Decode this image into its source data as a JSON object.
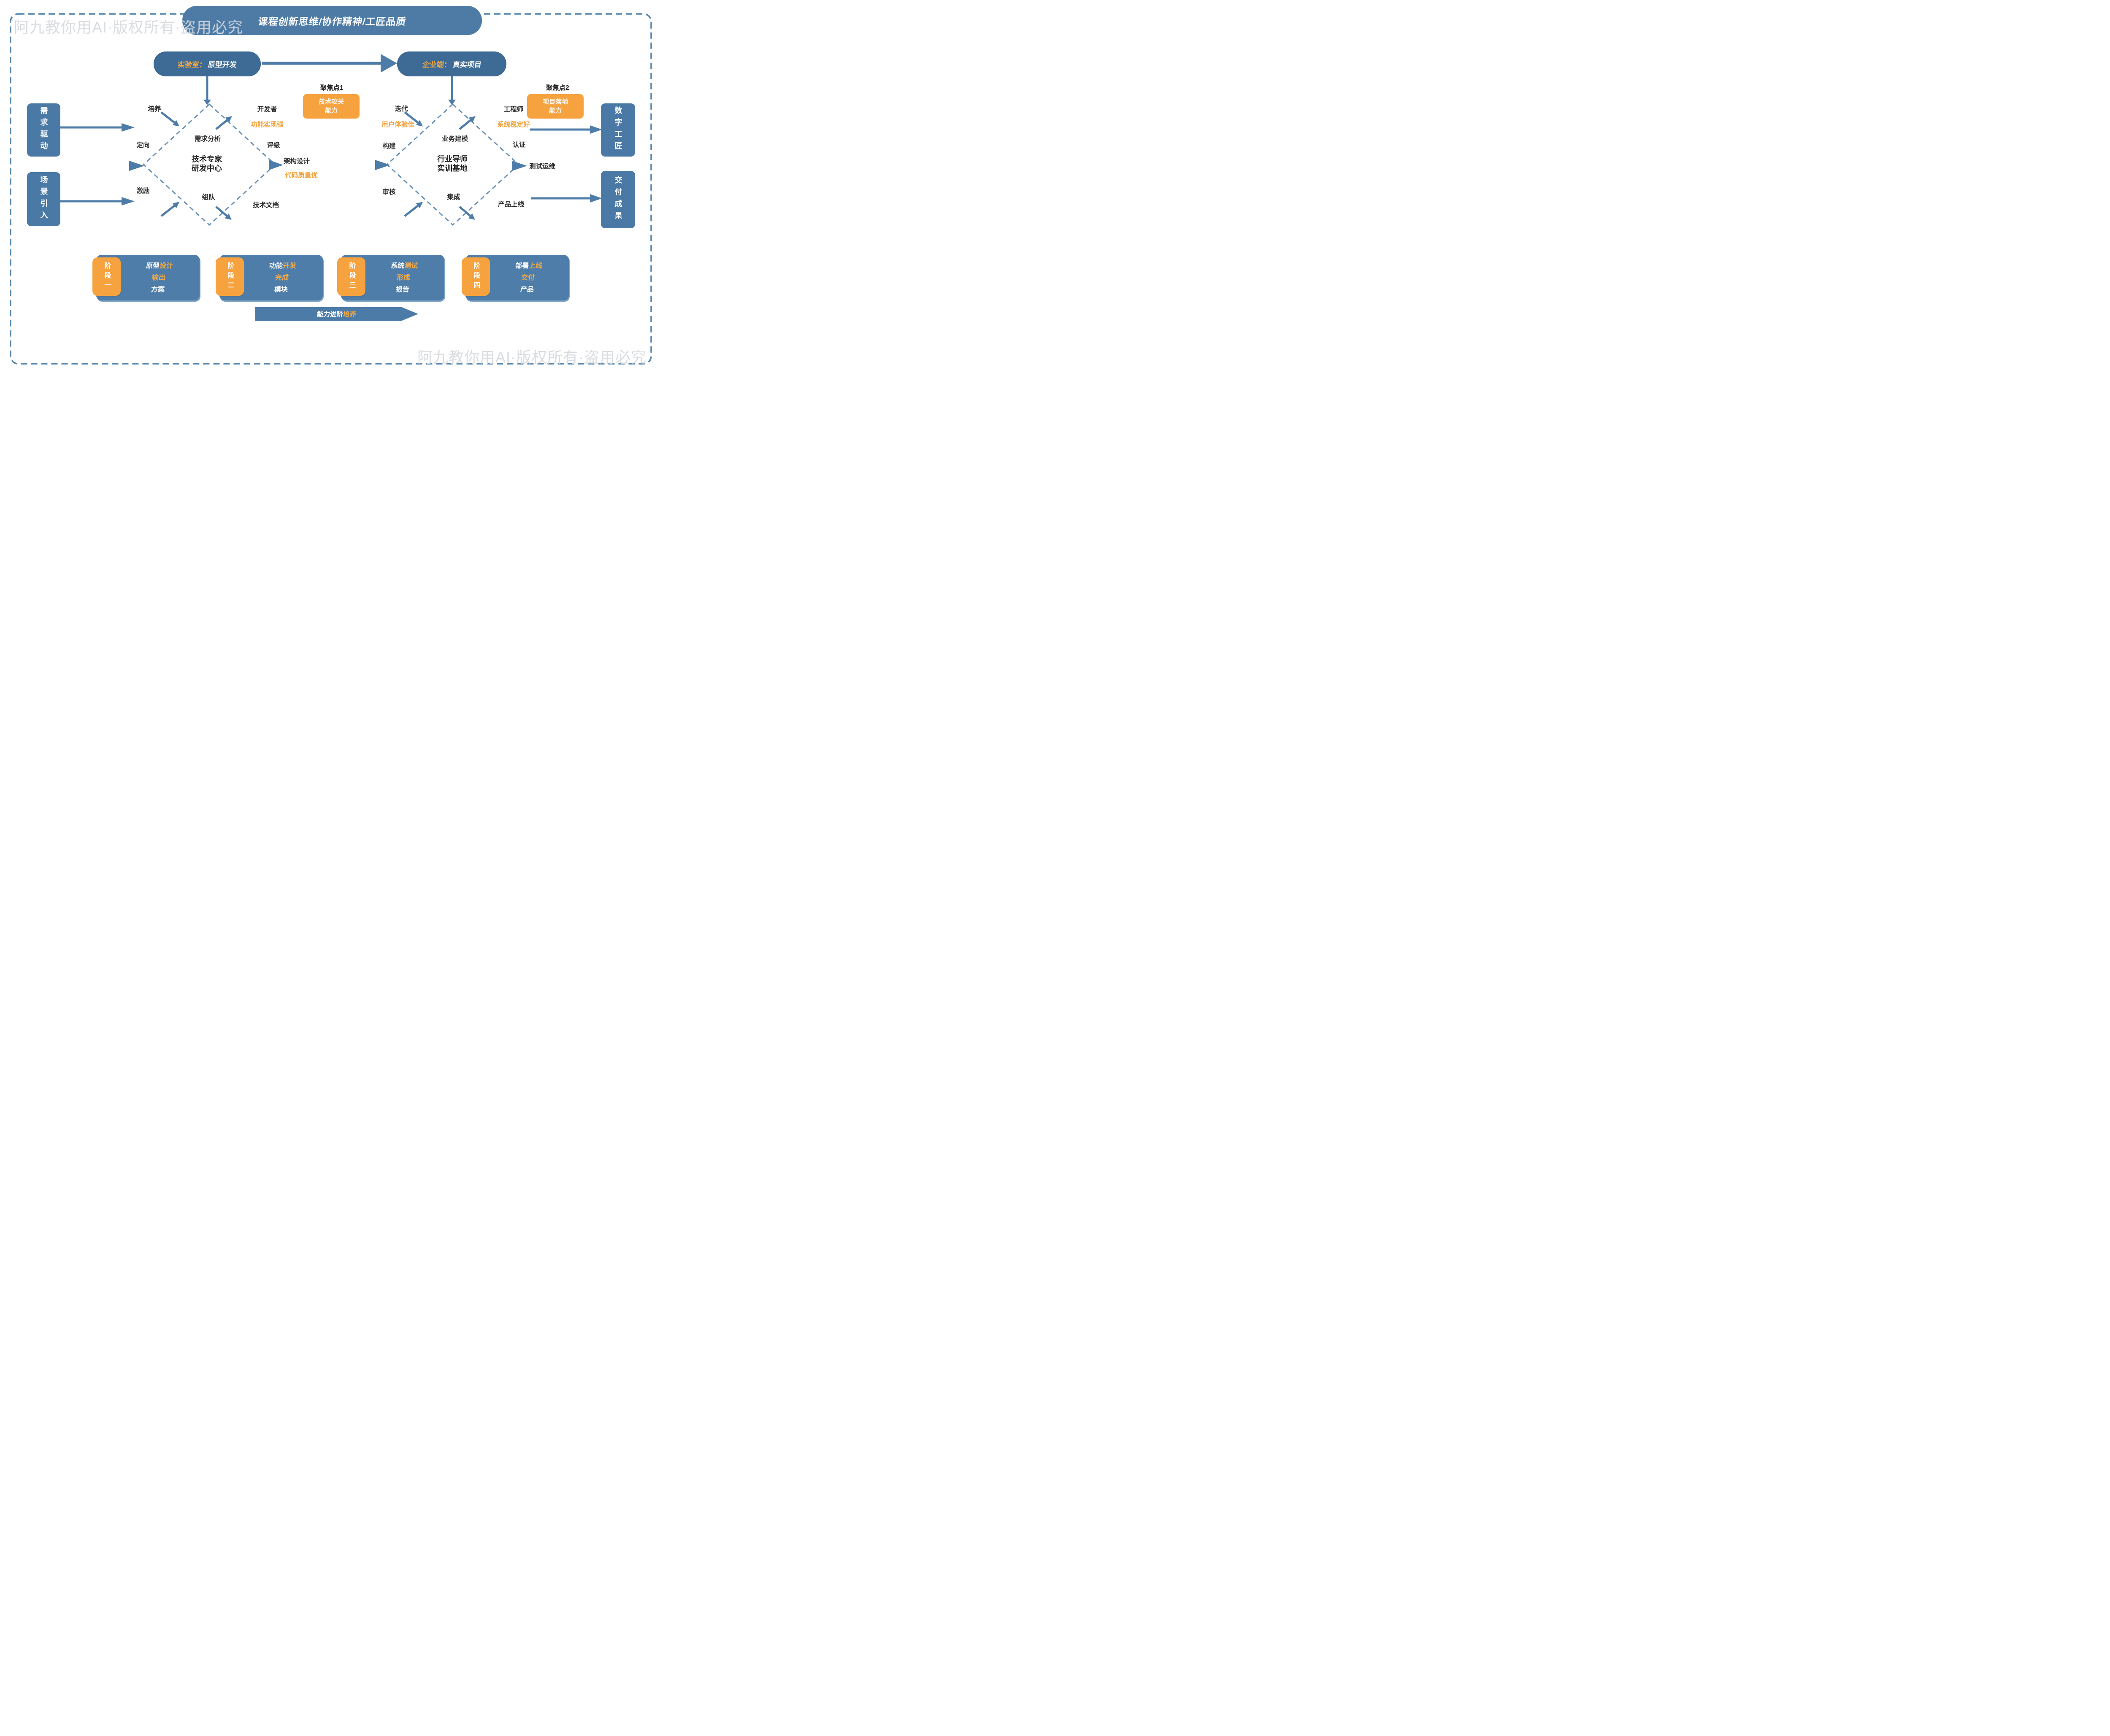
{
  "colors": {
    "blue_main": "#4D7BA7",
    "blue_dark": "#3E6B95",
    "blue_light": "#6892B8",
    "border_blue": "#5586AE",
    "orange": "#F6A23F",
    "orange_text": "#F2A33C",
    "text_dark": "#2D2D2D",
    "watermark_gray": "#DCDCDC"
  },
  "watermarks": {
    "top_left": "阿九教你用AI·版权所有·盗用必究",
    "bottom_right": "阿九教你用AI·版权所有·盗用必究"
  },
  "banner": {
    "title": "课程创新思维/协作精神/工匠品质"
  },
  "pills": {
    "lab_prefix": "实验室：",
    "lab_label": "原型开发",
    "ent_prefix": "企业端：",
    "ent_label": "真实项目"
  },
  "side_boxes": {
    "demand": "需求驱动",
    "scene": "场景引入",
    "artisan": "数字工匠",
    "deliver": "交付成果"
  },
  "focus": [
    {
      "label": "聚焦点1",
      "line1": "技术攻关",
      "line2": "能力"
    },
    {
      "label": "聚焦点2",
      "line1": "项目落地",
      "line2": "能力"
    }
  ],
  "diamond_left": {
    "top_label": "培养",
    "left_upper": "定向",
    "left_lower": "激励",
    "inner_top": "需求分析",
    "core_line1": "技术专家",
    "core_line2": "研发中心",
    "inner_bottom": "组队",
    "out_top": "开发者",
    "out_top_note": "功能实现强",
    "right_upper": "评级",
    "out_right": "架构设计",
    "out_right_note": "代码质量优",
    "out_bottom": "技术文档"
  },
  "diamond_right": {
    "top_label": "迭代",
    "top_note": "用户体验佳",
    "left_upper": "构建",
    "left_lower": "审核",
    "inner_top": "业务建模",
    "core_line1": "行业导师",
    "core_line2": "实训基地",
    "inner_bottom": "集成",
    "out_top": "工程师",
    "out_top_note": "系统稳定好",
    "right_upper": "认证",
    "out_right": "测试运维",
    "out_bottom": "产品上线"
  },
  "stages": [
    {
      "tab": "阶段一",
      "part_white": "原型",
      "part_orange": "设计",
      "line2": "输出",
      "line3": "方案"
    },
    {
      "tab": "阶段二",
      "part_white": "功能",
      "part_orange": "开发",
      "line2": "完成",
      "line3": "模块"
    },
    {
      "tab": "阶段三",
      "part_white": "系统",
      "part_orange": "测试",
      "line2": "形成",
      "line3": "报告"
    },
    {
      "tab": "阶段四",
      "part_white": "部署",
      "part_orange": "上线",
      "line2": "交付",
      "line3": "产品"
    }
  ],
  "progress": {
    "white": "能力进阶",
    "orange": "培养"
  }
}
